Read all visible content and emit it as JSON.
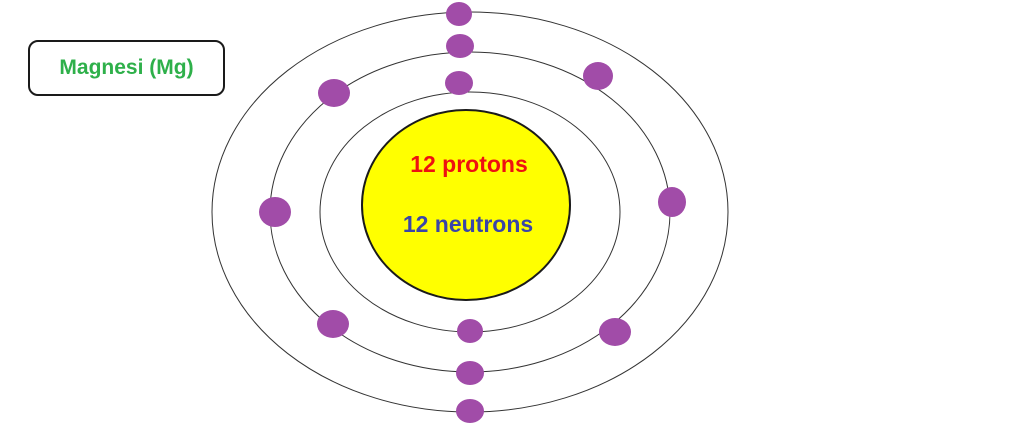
{
  "title": "Magnesi (Mg)",
  "nucleus": {
    "protons_label": "12 protons",
    "neutrons_label": "12 neutrons"
  },
  "shells": [
    {
      "name": "shell-1",
      "electrons": 2
    },
    {
      "name": "shell-2",
      "electrons": 8
    },
    {
      "name": "shell-3",
      "electrons": 2
    }
  ],
  "colors": {
    "title": "#2eb04a",
    "protons": "#ee1111",
    "neutrons": "#3a45a8",
    "nucleus_fill": "#ffff00",
    "electron": "#a14ca8",
    "orbit": "#333333"
  }
}
